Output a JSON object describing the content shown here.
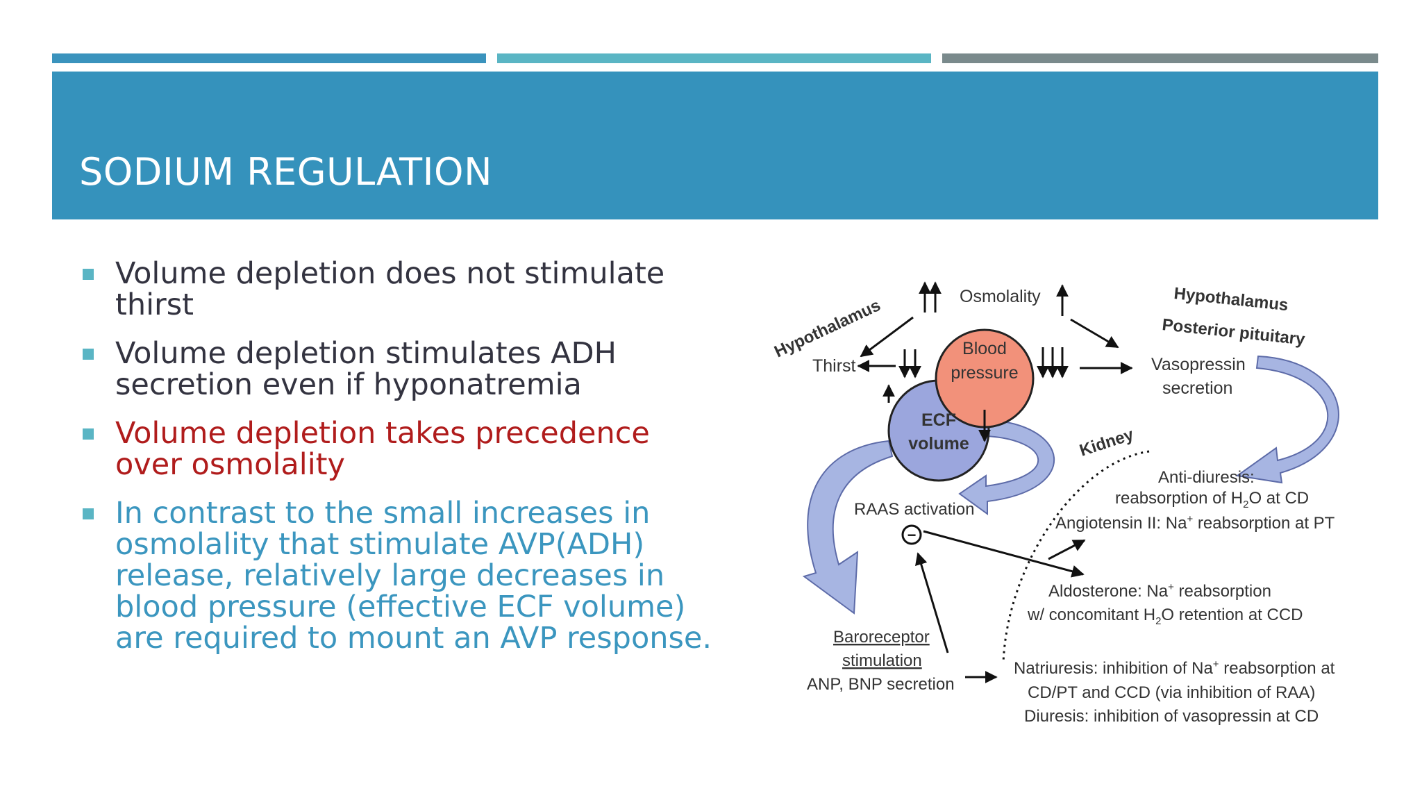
{
  "theme": {
    "bar_colors": [
      "#3a93bd",
      "#5ab5c4",
      "#7a8a8c"
    ],
    "header_color": "#3592bc",
    "bullet_color": "#5ab5c4",
    "text_dark": "#333340",
    "text_red": "#b01c1c",
    "text_blue": "#3b96bf",
    "circle_orange": "#f2917a",
    "circle_blue": "#9ba6dd",
    "arrow_fill": "#a7b5e2"
  },
  "slide": {
    "title": "SODIUM REGULATION"
  },
  "bullets": [
    {
      "text": "Volume depletion does not stimulate thirst",
      "color": "dark"
    },
    {
      "text": "Volume depletion stimulates ADH secretion even if hyponatremia",
      "color": "dark"
    },
    {
      "text": "Volume depletion takes precedence over osmolality",
      "color": "red"
    },
    {
      "text": "In contrast to the small increases in osmolality that stimulate AVP(ADH) release, relatively large decreases in blood pressure (effective ECF volume) are required to mount an AVP response.",
      "color": "blue"
    }
  ],
  "diagram": {
    "hypothalamus_left": "Hypothalamus",
    "thirst": "Thirst",
    "osmolality": "Osmolality",
    "blood": "Blood",
    "pressure": "pressure",
    "ecf": "ECF",
    "volume": "volume",
    "hypothalamus_right": "Hypothalamus",
    "posterior_pituitary": "Posterior pituitary",
    "vasopressin": "Vasopressin",
    "secretion": "secretion",
    "kidney": "Kidney",
    "anti_diuresis_1": "Anti-diuresis:",
    "anti_diuresis_2_a": "reabsorption of H",
    "anti_diuresis_2_sub": "2",
    "anti_diuresis_2_b": "O at CD",
    "raas": "RAAS activation",
    "minus": "−",
    "angiotensin_a": "Angiotensin II: Na",
    "angiotensin_sup": "+",
    "angiotensin_b": " reabsorption at PT",
    "aldosterone_a": "Aldosterone: Na",
    "aldosterone_sup": "+",
    "aldosterone_b": " reabsorption",
    "concomitant_a": "w/ concomitant H",
    "concomitant_sub": "2",
    "concomitant_b": "O retention at CCD",
    "baroreceptor": "Baroreceptor",
    "stimulation": "stimulation",
    "anp_bnp": "ANP, BNP secretion",
    "natriuresis_a": "Natriuresis: inhibition of Na",
    "natriuresis_sup": "+",
    "natriuresis_b": " reabsorption at",
    "natriuresis_2": "CD/PT and CCD (via inhibition of RAA)",
    "diuresis": "Diuresis: inhibition of vasopressin at CD"
  }
}
